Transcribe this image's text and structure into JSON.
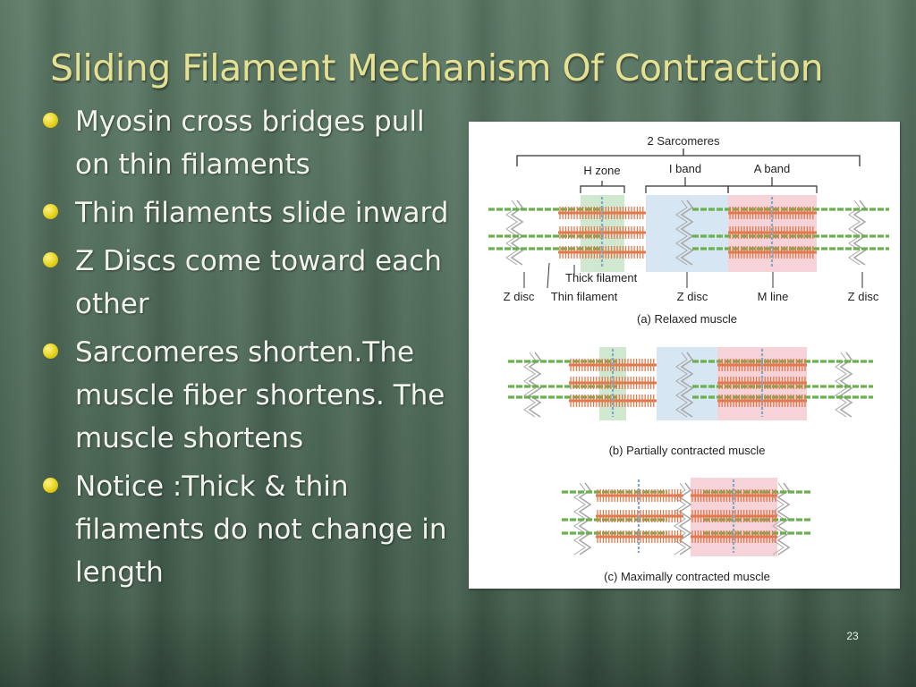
{
  "slide": {
    "title": "Sliding Filament Mechanism Of Contraction",
    "bullets": [
      "Myosin cross bridges pull on thin filaments",
      "Thin filaments slide inward",
      "Z Discs come toward each other",
      "Sarcomeres shorten.The muscle fiber shortens. The muscle shortens",
      "Notice :Thick & thin filaments do not change in length"
    ],
    "page_number": "23"
  },
  "figure": {
    "top_bracket_label": "2 Sarcomeres",
    "h_zone_label": "H zone",
    "i_band_label": "I band",
    "a_band_label": "A band",
    "thick_filament_label": "Thick filament",
    "bottom_labels": [
      "Z disc",
      "Thin filament",
      "Z disc",
      "M line",
      "Z disc"
    ],
    "caption_a": "(a) Relaxed muscle",
    "caption_b": "(b) Partially contracted muscle",
    "caption_c": "(c) Maximally contracted muscle",
    "colors": {
      "thin_filament": "#6ab04c",
      "thick_filament": "#e07a4f",
      "h_zone": "#cfe8cf",
      "i_band": "#d6e6f2",
      "a_band": "#f6d3d8",
      "z_disc": "#a9a9a9",
      "m_line": "#7fa8c9"
    }
  }
}
